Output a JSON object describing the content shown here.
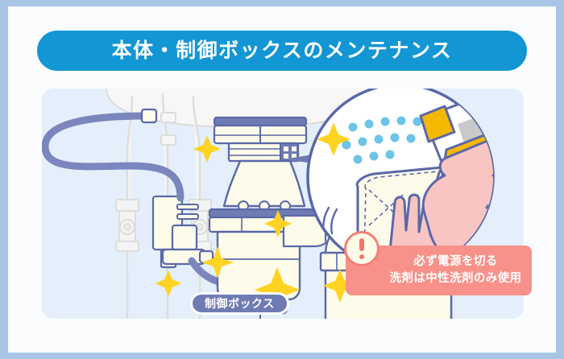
{
  "page": {
    "frame_color": "#a9c5e6",
    "sheet_color": "#fafcfe"
  },
  "header": {
    "title": "本体・制御ボックスのメンテナンス",
    "banner_color": "#1296d4",
    "text_color": "#ffffff"
  },
  "illustration": {
    "panel_color": "#e4effb",
    "outline_color": "#5a68a8",
    "body_fill": "#fdfbe9",
    "pipe_fill": "#f4f4f2",
    "cable_color": "#7a86bd",
    "sparkle_color": "#ffd321",
    "droplet_color": "#6cc4e8",
    "skin_color": "#f9c5c2",
    "bottle_cap_color": "#f5b800",
    "scene_description": "シンク下のディスポーザー本体・制御ボックスと配管、拡大円内でスプレーと布による清掃",
    "magnifier": {
      "spray_bottle": "spray-bottle",
      "cloth": "cleaning-cloth",
      "hand": "wiping-hand",
      "droplets": 13
    },
    "sparkle_count": 8
  },
  "callout": {
    "control_box_label": "制御ボックス",
    "label_bg": "#6f7cb4",
    "label_border": "#ffffff"
  },
  "warning": {
    "icon": "exclamation-icon",
    "bg_color": "#f79189",
    "line1": "必ず電源を切る",
    "line2": "洗剤は中性洗剤のみ使用"
  }
}
